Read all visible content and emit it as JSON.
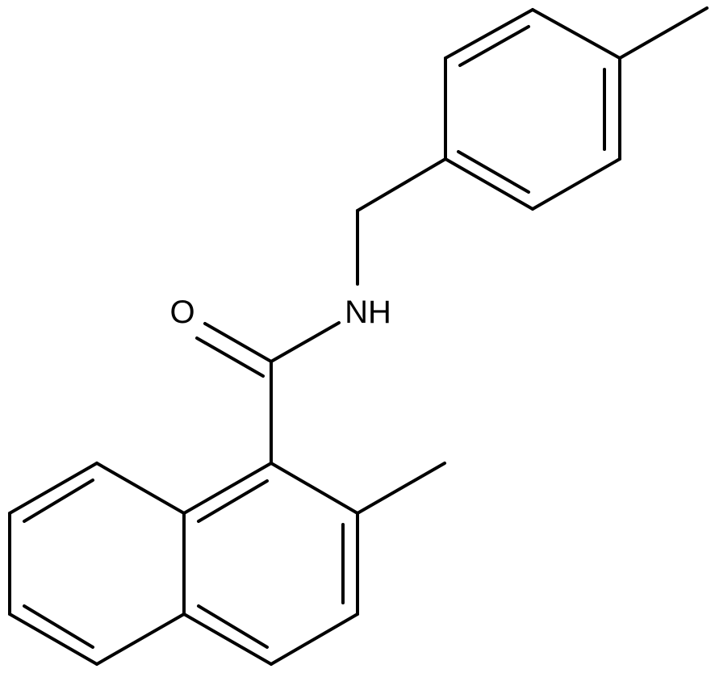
{
  "structure": {
    "atoms": [
      {
        "id": "o",
        "label": "O"
      },
      {
        "id": "n",
        "label": "NH"
      }
    ],
    "colors": {
      "bond": "#000000",
      "label": "#000000",
      "background": "#ffffff"
    }
  }
}
